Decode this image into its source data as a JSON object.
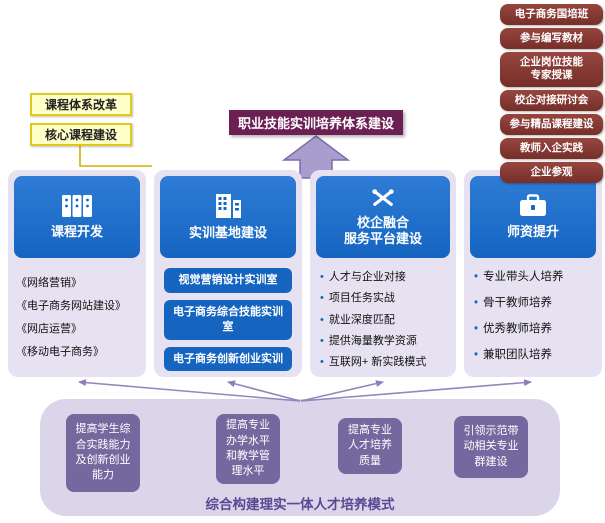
{
  "colors": {
    "header_blue": "#1565C0",
    "column_bg": "#E7E2F2",
    "title_bg": "#6B1F52",
    "tag_bg_top": "#96463F",
    "tag_bg_bottom": "#772E29",
    "outcome_box_bg": "#75689F",
    "bottom_bg": "#DBD5E9",
    "callout_bg": "#FFFFC8",
    "callout_border": "#E0C81E",
    "bottom_title_color": "#5B4894"
  },
  "title": "职业技能实训培养体系建设",
  "left_callouts": [
    {
      "label": "课程体系改革"
    },
    {
      "label": "核心课程建设"
    }
  ],
  "right_tags": [
    {
      "label": "电子商务国培班"
    },
    {
      "label": "参与编写教材"
    },
    {
      "label": "企业岗位技能\n专家授课"
    },
    {
      "label": "校企对接研讨会"
    },
    {
      "label": "参与精品课程建设"
    },
    {
      "label": "教师入企实践"
    },
    {
      "label": "企业参观"
    }
  ],
  "columns": [
    {
      "title": "课程开发",
      "icon": "binders-icon",
      "items": [
        "《网络营销》",
        "《电子商务网站建设》",
        "《网店运营》",
        "《移动电子商务》"
      ]
    },
    {
      "title": "实训基地建设",
      "icon": "building-icon",
      "items": [
        "视觉营销设计实训室",
        "电子商务综合技能实训室",
        "电子商务创新创业实训"
      ]
    },
    {
      "title": "校企融合\n服务平台建设",
      "icon": "crossed-tools-icon",
      "items": [
        "人才与企业对接",
        "项目任务实战",
        "就业深度匹配",
        "提供海量教学资源",
        "互联网+ 新实践模式"
      ]
    },
    {
      "title": "师资提升",
      "icon": "briefcase-icon",
      "items": [
        "专业带头人培养",
        "骨干教师培养",
        "优秀教师培养",
        "兼职团队培养"
      ]
    }
  ],
  "outcomes": [
    "提高学生综合实践能力及创新创业能力",
    "提高专业办学水平和教学管理水平",
    "提高专业人才培养质量",
    "引领示范带动相关专业群建设"
  ],
  "bottom_title": "综合构建理实一体人才培养模式"
}
